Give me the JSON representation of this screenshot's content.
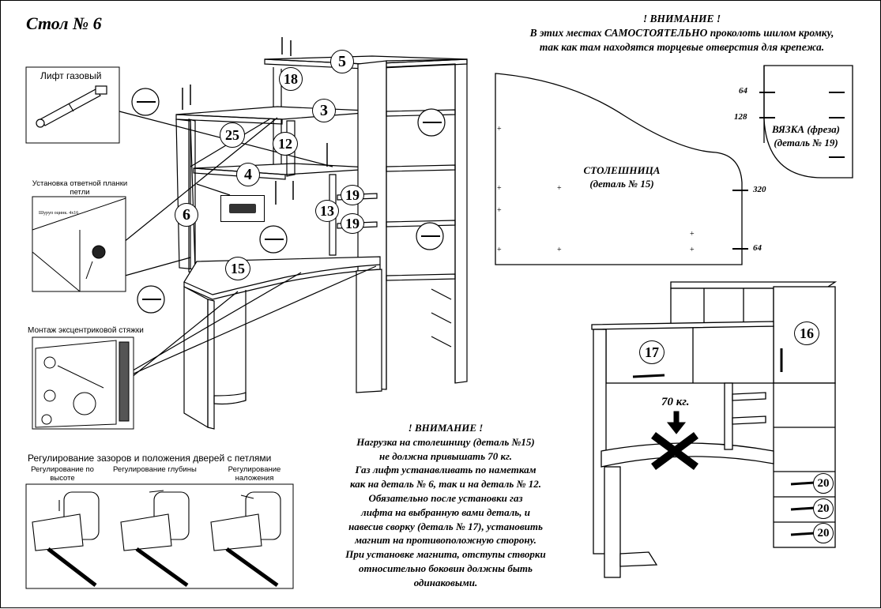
{
  "title": "Стол № 6",
  "labels": {
    "gas_lift": "Лифт газовый",
    "hinge_plate": "Установка ответной планки петли",
    "screw": "Шуруп оцинк. 4x16",
    "eccentric": "Монтаж эксцентриковой стяжки",
    "doors_title": "Регулирование зазоров и положения дверей с петлями",
    "adj_height": "Регулирование по высоте",
    "adj_depth": "Регулирование глубины",
    "adj_overlay": "Регулирование наложения"
  },
  "top_warning": {
    "heading": "! ВНИМАНИЕ !",
    "line1": "В этих местах САМОСТОЯТЕЛЬНО проколоть шилом кромку,",
    "line2": "так как там находятся торцевые отверстия для крепежа."
  },
  "tabletop": {
    "label1": "СТОЛЕШНИЦА",
    "label2": "(деталь № 15)",
    "dim_320": "320",
    "dim_64": "64"
  },
  "binding": {
    "label1": "ВЯЗКА (фреза)",
    "label2": "(деталь № 19)",
    "dim_64": "64",
    "dim_128": "128"
  },
  "part_numbers": {
    "p5": "5",
    "p18": "18",
    "p3": "3",
    "p25": "25",
    "p12": "12",
    "p4": "4",
    "p19a": "19",
    "p13": "13",
    "p19b": "19",
    "p6": "6",
    "p15": "15",
    "p17": "17",
    "p16": "16",
    "p20a": "20",
    "p20b": "20",
    "p20c": "20"
  },
  "load": "70 кг.",
  "bottom_warning": {
    "heading": "! ВНИМАНИЕ !",
    "lines": [
      "Нагрузка на столешницу (деталь №15)",
      "не должна привышать 70 кг.",
      "Газ лифт устанавливать по наметкам",
      "как на деталь № 6, так и на деталь № 12.",
      "Обязательно после установки газ",
      "лифта на выбранную вами деталь, и",
      "навесив сворку (деталь № 17), установить",
      "магнит на противоположную сторону.",
      "При установке магнита, отступы створки",
      "относительно боковин должны быть",
      "одинаковыми."
    ]
  }
}
